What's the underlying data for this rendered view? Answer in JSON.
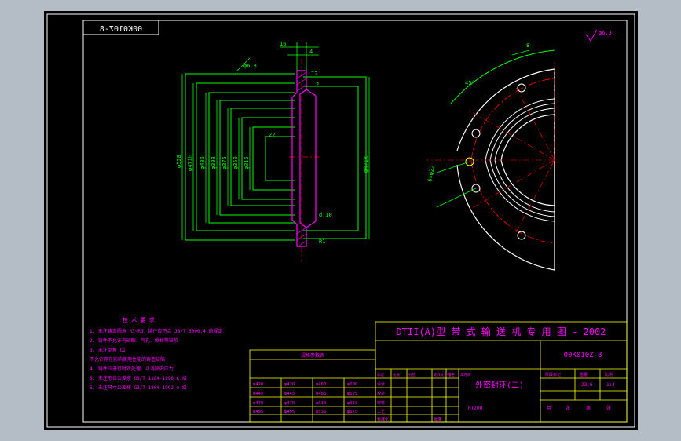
{
  "drawing": {
    "code_mirrored": "00K010Z-8",
    "code": "00K010Z-8",
    "title_main": "DTII(A)型   带 式 输 送 机 专 用 图 - 2002",
    "part_name": "外密封环(二)",
    "material": "HT200",
    "scale": "1:4",
    "weight": "23.6",
    "title_block_headers": [
      "标记",
      "处数",
      "分区",
      "更改文件号",
      "签名",
      "年月日"
    ],
    "role_labels": [
      "设计",
      "校对",
      "审核",
      "工艺",
      "标准化",
      "批准"
    ],
    "stage_labels": [
      "阶段标记",
      "重量",
      "比例"
    ],
    "sheet_labels": [
      "共",
      "张",
      "第",
      "张"
    ]
  },
  "tech_requirements": {
    "heading": "技 术 要 求",
    "lines": [
      "1. 未注铸造圆角 R3~R5，铸件应符合 JB/T 5000.4 的规定",
      "2. 铸件不允许有砂眼、气孔、缩松等缺陷",
      "3. 未注倒角 C1",
      "   不允许存在影响使用性能的铸造缺陷",
      "4. 铸件应进行时效处理，以消除内应力",
      "5. 未注形位公差按 GB/T 1184-1996 K 级",
      "6. 未注尺寸公差按 GB/T 1804-1992 m 级"
    ]
  },
  "table": {
    "title": "规格参数表",
    "rows": [
      [
        "φ420",
        "φ420",
        "φ460",
        "φ500"
      ],
      [
        "φ445",
        "φ445",
        "φ485",
        "φ525"
      ],
      [
        "φ470",
        "φ470",
        "φ510",
        "φ550"
      ],
      [
        "φ495",
        "φ495",
        "φ535",
        "φ575"
      ]
    ]
  },
  "dims": {
    "left": [
      "φ528",
      "φ471h",
      "φ436",
      "φ398",
      "φ375",
      "φ350",
      "φ315"
    ],
    "right": [
      "φ471k",
      "6×φ22"
    ],
    "top": [
      "16",
      "4",
      "12",
      "2"
    ],
    "misc": [
      "d 10",
      "R1",
      "22",
      "45°",
      "8",
      "φ6.3"
    ]
  },
  "colors": {
    "background": "#b4bcc6",
    "sheet": "#000000",
    "frame": "#ffffff",
    "outline": "#00ff00",
    "section": "#ff00ff",
    "center": "#ff0000",
    "hidden": "#ffff00",
    "dim": "#00ffff"
  }
}
